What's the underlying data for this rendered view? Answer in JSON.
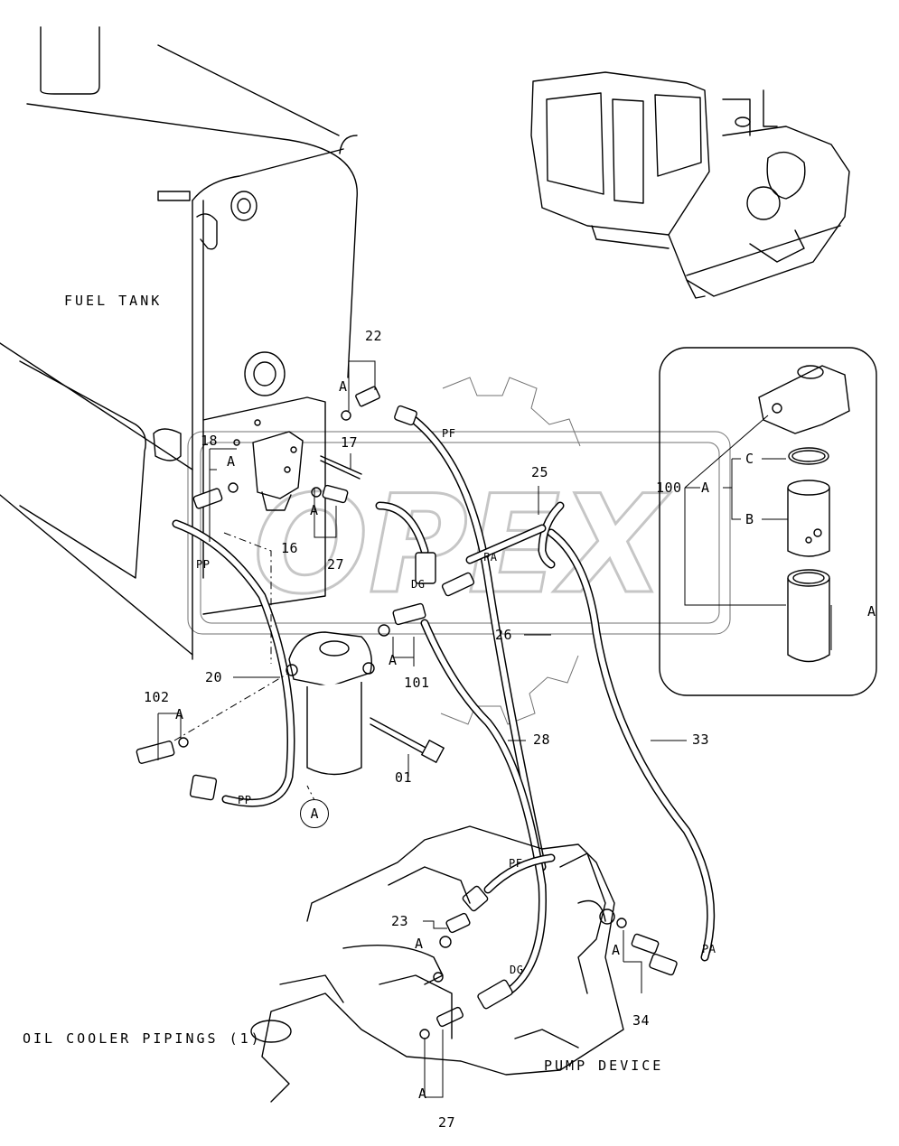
{
  "captions": {
    "fuel_tank": "FUEL TANK",
    "oil_cooler": "OIL COOLER PIPINGS (1)",
    "pump_device": "PUMP DEVICE"
  },
  "watermark": {
    "text": "OPEX",
    "color": "#b8b8b8"
  },
  "part_numbers": {
    "p22": "22",
    "p18": "18",
    "p17": "17",
    "p16": "16",
    "p27a": "27",
    "p20": "20",
    "p102": "102",
    "p101": "101",
    "p01": "01",
    "p25": "25",
    "p26": "26",
    "p28": "28",
    "p33": "33",
    "p100": "100",
    "p23": "23",
    "p34": "34",
    "p27b": "27"
  },
  "ref_letters": {
    "a": "A",
    "b": "B",
    "c": "C",
    "detail_marker": "A"
  },
  "hose_codes": {
    "pf": "PF",
    "pp": "PP",
    "pa": "PA",
    "dg": "DG"
  }
}
